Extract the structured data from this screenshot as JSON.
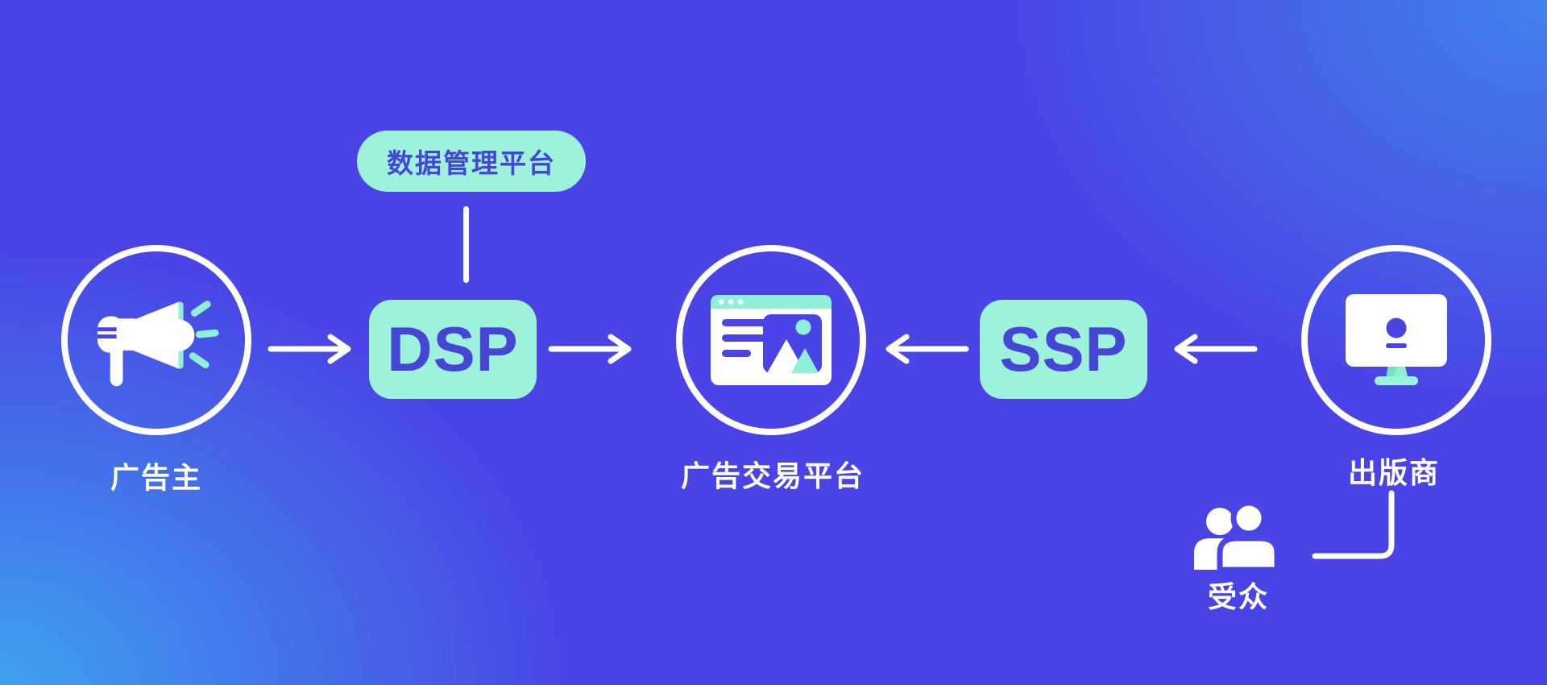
{
  "diagram": {
    "description": "Programmatic advertising ecosystem flow diagram",
    "colors": {
      "background_base": "#4a44e6",
      "glow_top_right": "#4286eb",
      "glow_bottom_left": "#3ea2ee",
      "node_fill_mint": "#9df2dc",
      "node_text_blue": "#4545d6",
      "connector_white": "#ffffff",
      "icon_accent_mint": "#8ef0d6"
    },
    "nodes": {
      "advertiser": {
        "label": "广告主",
        "icon": "megaphone-icon"
      },
      "dmp": {
        "label": "数据管理平台"
      },
      "dsp": {
        "label": "DSP"
      },
      "ad_exchange": {
        "label": "广告交易平台",
        "icon": "browser-ad-icon"
      },
      "ssp": {
        "label": "SSP"
      },
      "publisher": {
        "label": "出版商",
        "icon": "monitor-icon"
      },
      "audience": {
        "label": "受众",
        "icon": "people-icon"
      }
    },
    "flows": [
      {
        "from": "advertiser",
        "to": "dsp",
        "style": "arrow-right"
      },
      {
        "from": "dmp",
        "to": "dsp",
        "style": "plain-line"
      },
      {
        "from": "dsp",
        "to": "ad_exchange",
        "style": "arrow-right"
      },
      {
        "from": "ssp",
        "to": "ad_exchange",
        "style": "arrow-left"
      },
      {
        "from": "publisher",
        "to": "ssp",
        "style": "arrow-left"
      },
      {
        "from": "audience",
        "to": "publisher",
        "style": "elbow-line"
      }
    ]
  }
}
